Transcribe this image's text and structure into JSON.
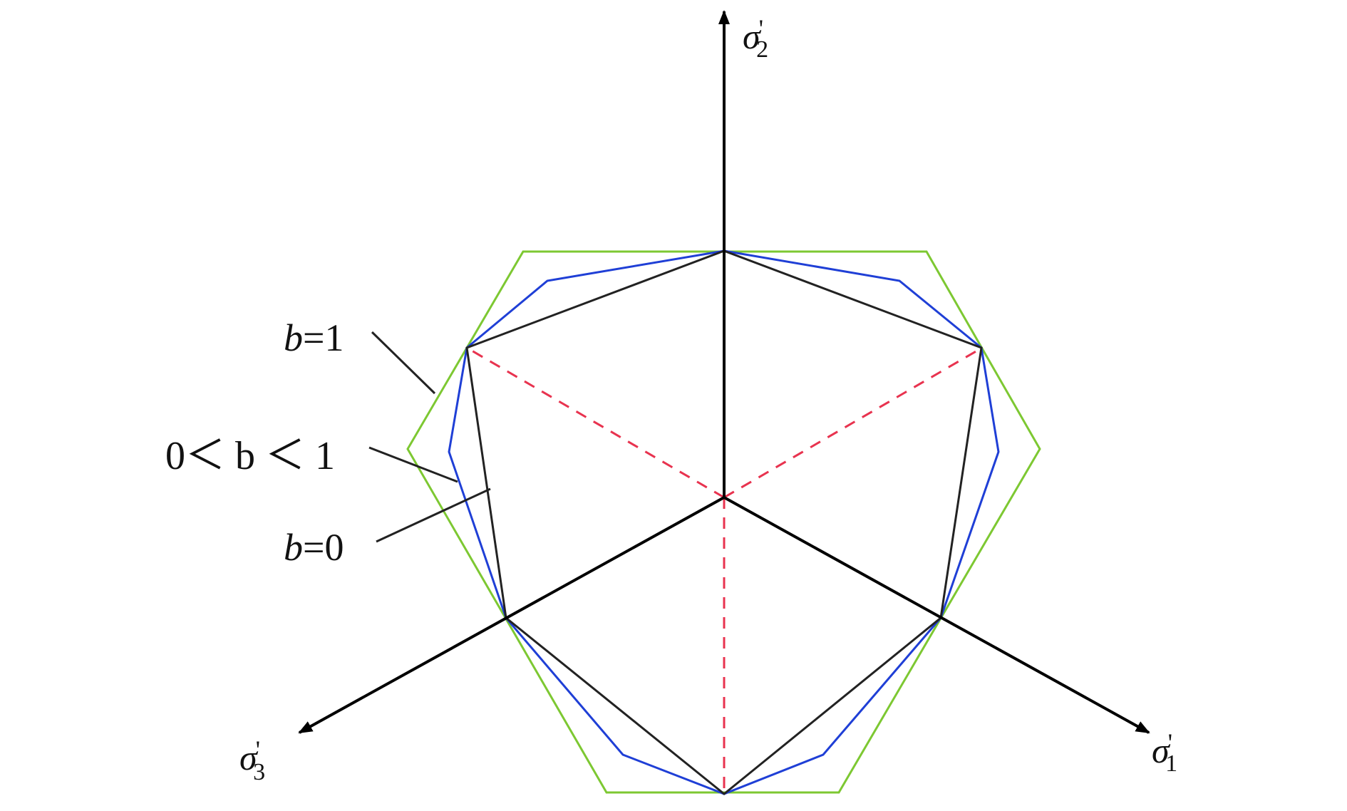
{
  "colors": {
    "axis": "#000000",
    "green_curve": "#7dc832",
    "blue_curve": "#1f3fd6",
    "black_curve": "#222222",
    "red_dashed": "#e8334f",
    "leader": "#222222",
    "background": "#ffffff"
  },
  "axes": {
    "sigma2": {
      "symbol": "σ",
      "prime": "'",
      "sub": "2"
    },
    "sigma1": {
      "symbol": "σ",
      "prime": "'",
      "sub": "1"
    },
    "sigma3": {
      "symbol": "σ",
      "prime": "'",
      "sub": "3"
    }
  },
  "labels": {
    "b1": {
      "var": "b",
      "rest": "=1"
    },
    "bmid": {
      "text": "0＜ b ＜ 1"
    },
    "b0": {
      "var": "b",
      "rest": "=0"
    }
  }
}
